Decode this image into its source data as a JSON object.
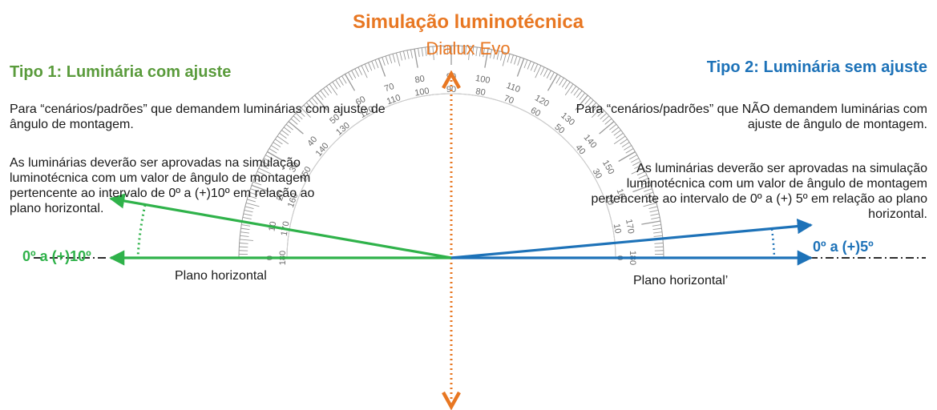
{
  "header": {
    "title": "Simulação luminotécnica",
    "subtitle": "Dialux Evo"
  },
  "left": {
    "heading": "Tipo 1: Luminária com ajuste",
    "paragraph_1": "Para “cenários/padrões” que demandem luminárias com ajuste de ângulo de montagem.",
    "paragraph_2": "As luminárias deverão ser aprovadas na simulação luminotécnica com um valor de ângulo de montagem pertencente ao intervalo de 0º a (+)10º em relação ao plano horizontal.",
    "angle_label": "0º a (+)10º",
    "plane_label": "Plano horizontal"
  },
  "right": {
    "heading": "Tipo 2: Luminária sem ajuste",
    "paragraph_1": "Para “cenários/padrões” que NÃO demandem luminárias com ajuste de ângulo de montagem.",
    "paragraph_2": "As luminárias deverão ser aprovadas na simulação luminotécnica com um valor de ângulo de montagem pertencente ao intervalo de 0º a (+) 5º em relação ao plano horizontal.",
    "angle_label": "0º a (+)5º",
    "plane_label": "Plano horizontal’"
  },
  "protractor": {
    "outer_labels": [
      "0",
      "10",
      "20",
      "30",
      "40",
      "50",
      "60",
      "70",
      "80",
      "90",
      "100",
      "110",
      "120",
      "130",
      "140",
      "150",
      "160",
      "170",
      "180"
    ],
    "inner_labels": [
      "180",
      "170",
      "160",
      "150",
      "140",
      "130",
      "120",
      "110",
      "100",
      "90",
      "80",
      "70",
      "60",
      "50",
      "40",
      "30",
      "20",
      "10",
      "0"
    ]
  },
  "colors": {
    "orange": "#e87722",
    "green": "#2fb24a",
    "green_heading": "#5a9b3c",
    "blue": "#1d72b8",
    "protractor_gray": "#9a9a9a"
  }
}
